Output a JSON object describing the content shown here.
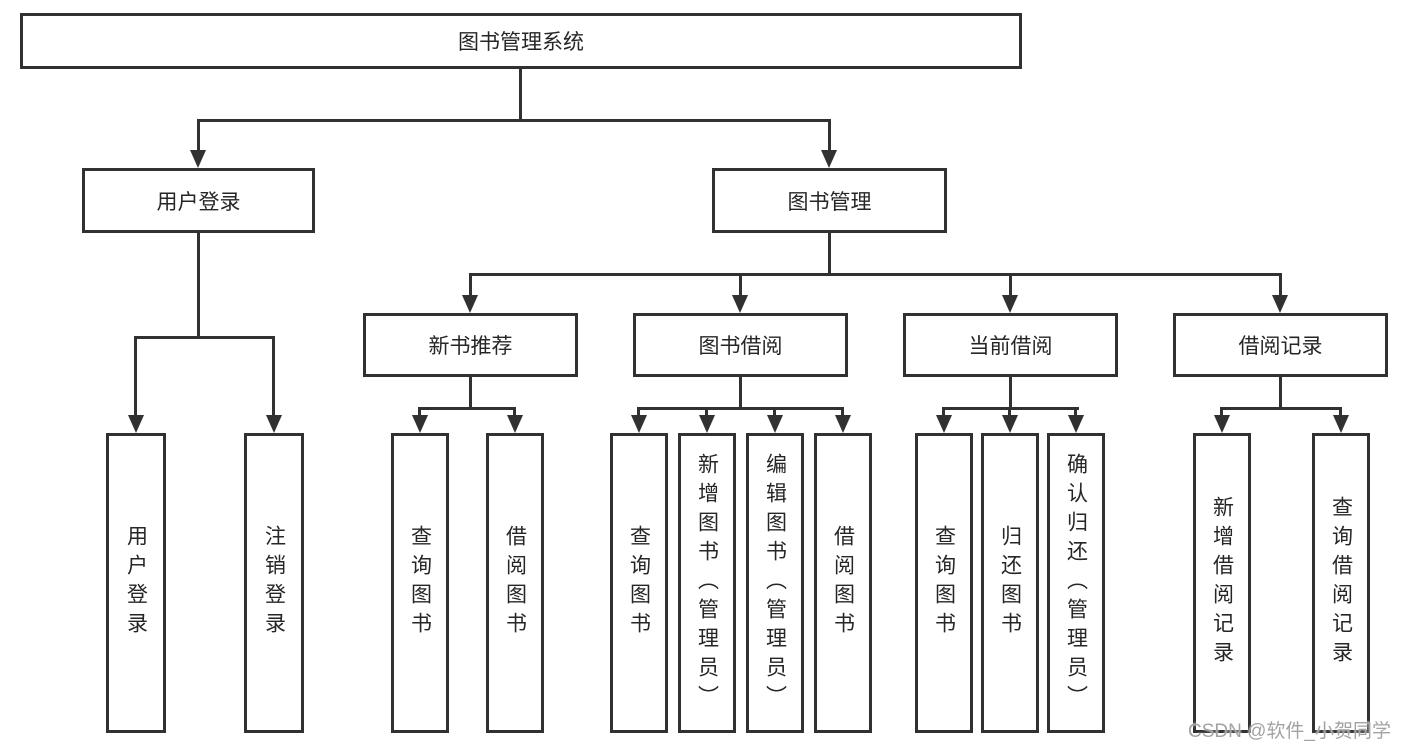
{
  "tree": {
    "label": "图书管理系统",
    "children": [
      {
        "label": "用户登录",
        "children": [
          {
            "label": "用户登录"
          },
          {
            "label": "注销登录"
          }
        ]
      },
      {
        "label": "图书管理",
        "children": [
          {
            "label": "新书推荐",
            "children": [
              {
                "label": "查询图书"
              },
              {
                "label": "借阅图书"
              }
            ]
          },
          {
            "label": "图书借阅",
            "children": [
              {
                "label": "查询图书"
              },
              {
                "label": "新增图书（管理员）"
              },
              {
                "label": "编辑图书（管理员）"
              },
              {
                "label": "借阅图书"
              }
            ]
          },
          {
            "label": "当前借阅",
            "children": [
              {
                "label": "查询图书"
              },
              {
                "label": "归还图书"
              },
              {
                "label": "确认归还（管理员）"
              }
            ]
          },
          {
            "label": "借阅记录",
            "children": [
              {
                "label": "新增借阅记录"
              },
              {
                "label": "查询借阅记录"
              }
            ]
          }
        ]
      }
    ]
  },
  "watermark": {
    "text": "CSDN @软件_小贺同学"
  },
  "colors": {
    "line": "#313131",
    "box_border": "#313131",
    "box_background": "#ffffff",
    "text": "#262626",
    "watermark": "#a3a3a3",
    "background": "#ffffff"
  }
}
